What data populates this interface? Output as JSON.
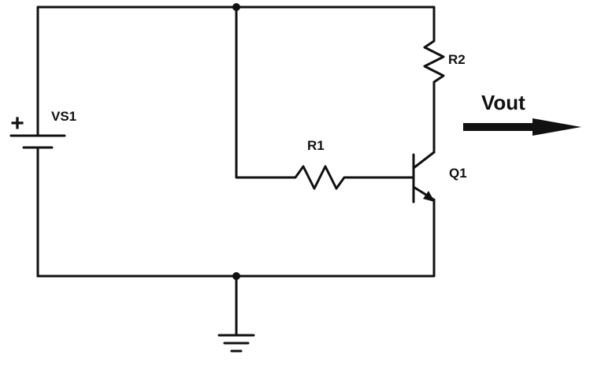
{
  "diagram": {
    "type": "circuit-schematic",
    "components": {
      "source": {
        "label": "VS1",
        "polarity_symbol": "+",
        "icon": "battery-icon"
      },
      "resistor_base": {
        "label": "R1",
        "icon": "resistor-icon"
      },
      "resistor_collector": {
        "label": "R2",
        "icon": "resistor-icon"
      },
      "transistor": {
        "label": "Q1",
        "icon": "npn-transistor-icon"
      },
      "ground": {
        "icon": "ground-icon"
      }
    },
    "output": {
      "label": "Vout",
      "icon": "arrow-right-icon"
    },
    "colors": {
      "ink": "#111111",
      "background": "#ffffff"
    }
  }
}
